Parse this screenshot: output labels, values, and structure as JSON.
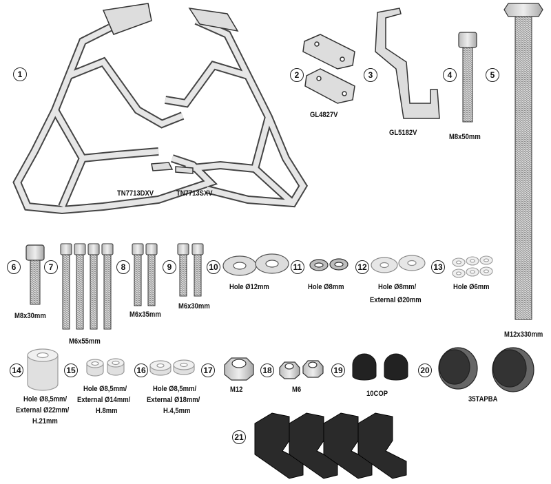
{
  "parts": [
    {
      "num": "1",
      "labels": [
        "TN7713DXV",
        "TN7713SXV"
      ]
    },
    {
      "num": "2",
      "labels": [
        "GL4827V"
      ]
    },
    {
      "num": "3",
      "labels": [
        "GL5182V"
      ]
    },
    {
      "num": "4",
      "labels": [
        "M8x50mm"
      ]
    },
    {
      "num": "5",
      "labels": [
        "M12x330mm"
      ]
    },
    {
      "num": "6",
      "labels": [
        "M8x30mm"
      ]
    },
    {
      "num": "7",
      "labels": [
        "M6x55mm"
      ]
    },
    {
      "num": "8",
      "labels": [
        "M6x35mm"
      ]
    },
    {
      "num": "9",
      "labels": [
        "M6x30mm"
      ]
    },
    {
      "num": "10",
      "labels": [
        "Hole Ø12mm"
      ]
    },
    {
      "num": "11",
      "labels": [
        "Hole Ø8mm"
      ]
    },
    {
      "num": "12",
      "labels": [
        "Hole Ø8mm/",
        "External Ø20mm"
      ]
    },
    {
      "num": "13",
      "labels": [
        "Hole Ø6mm"
      ]
    },
    {
      "num": "14",
      "labels": [
        "Hole Ø8,5mm/",
        "External Ø22mm/",
        "H.21mm"
      ]
    },
    {
      "num": "15",
      "labels": [
        "Hole Ø8,5mm/",
        "External Ø14mm/",
        "H.8mm"
      ]
    },
    {
      "num": "16",
      "labels": [
        "Hole Ø8,5mm/",
        "External Ø18mm/",
        "H.4,5mm"
      ]
    },
    {
      "num": "17",
      "labels": [
        "M12"
      ]
    },
    {
      "num": "18",
      "labels": [
        "M6"
      ]
    },
    {
      "num": "19",
      "labels": [
        "10COP"
      ]
    },
    {
      "num": "20",
      "labels": [
        "35TAPBA"
      ]
    },
    {
      "num": "21",
      "labels": []
    }
  ]
}
